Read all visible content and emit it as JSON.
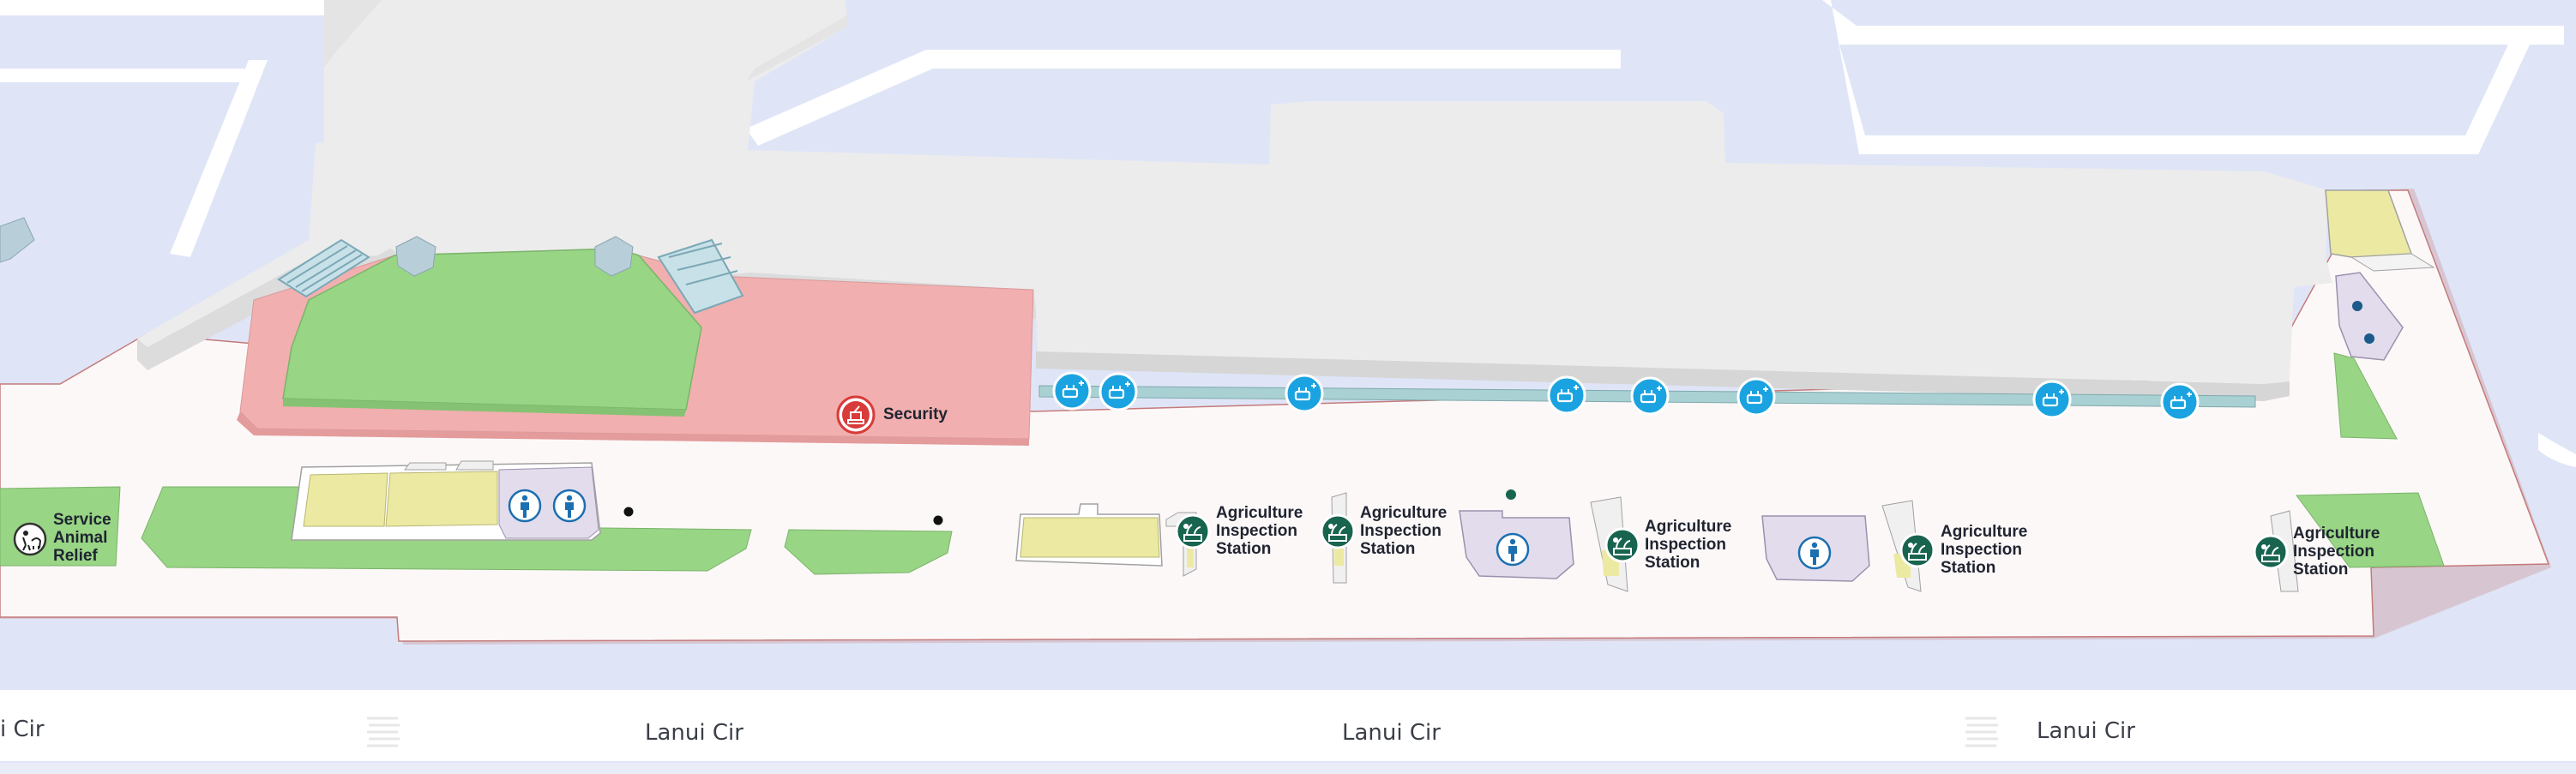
{
  "labels": {
    "security": "Security",
    "service_animal": "Service\nAnimal\nRelief",
    "agri_1": "Agriculture\nInspection\nStation",
    "agri_2": "Agriculture\nInspection\nStation",
    "agri_3": "Agriculture\nInspection\nStation",
    "agri_4": "Agriculture\nInspection\nStation",
    "agri_5": "Agriculture\nInspection\nStation"
  },
  "streets": {
    "s0": "i Cir",
    "s1": "Lanui Cir",
    "s2": "Lanui Cir",
    "s3": "Lanui Cir"
  },
  "colors": {
    "water": "#dfe5f7",
    "road": "#ffffff",
    "terminal": "#ececec",
    "concourse": "#fdf8f8",
    "security_zone": "#f1afaf",
    "green_zone": "#98d585",
    "yellow_zone": "#ece9a3",
    "lavender_zone": "#e2dcec",
    "gate_icon": "#1aa3e0",
    "agri_icon": "#18644f",
    "security_icon": "#d93a3a"
  },
  "icons": {
    "gate": "baggage-gate-icon",
    "agri": "agriculture-inspection-icon",
    "restroom": "restroom-icon",
    "security": "security-checkpoint-icon",
    "service_animal": "service-animal-relief-icon"
  }
}
